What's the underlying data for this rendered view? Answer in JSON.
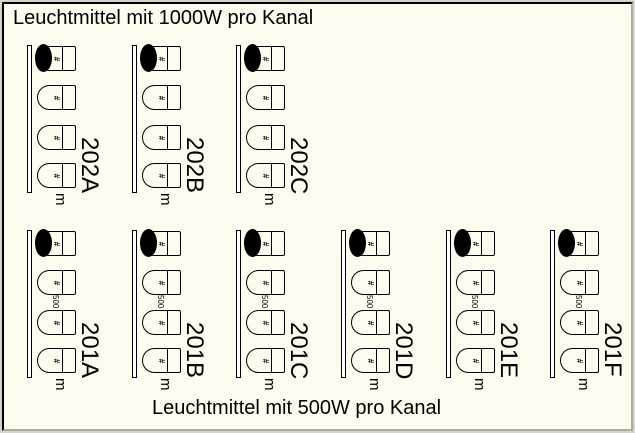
{
  "colors": {
    "background": "#FDFCEF",
    "stroke": "#000000",
    "bar_fill": "#FFFFFF",
    "lens_fill": "#000000"
  },
  "titles": {
    "top": "Leuchtmittel mit 1000W pro Kanal",
    "bottom": "Leuchtmittel mit 500W pro Kanal"
  },
  "fixture_glyph": "#",
  "bar_end_label": "m",
  "rows": [
    {
      "id": "row-1000w",
      "wattage_per_channel": "1000W",
      "channel_power_label": "",
      "lamps_per_group": 4,
      "groups": [
        {
          "label": "202A"
        },
        {
          "label": "202B"
        },
        {
          "label": "202C"
        }
      ]
    },
    {
      "id": "row-500w",
      "wattage_per_channel": "500W",
      "channel_power_label": "500",
      "lamps_per_group": 4,
      "groups": [
        {
          "label": "201A"
        },
        {
          "label": "201B"
        },
        {
          "label": "201C"
        },
        {
          "label": "201D"
        },
        {
          "label": "201E"
        },
        {
          "label": "201F"
        }
      ]
    }
  ]
}
